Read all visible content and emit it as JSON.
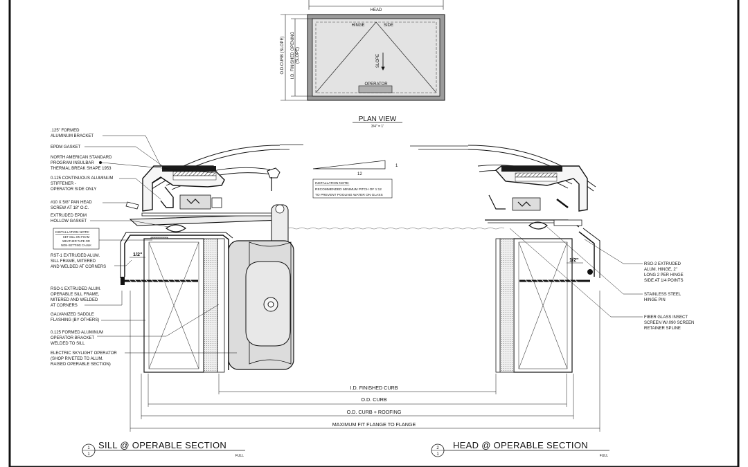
{
  "plan": {
    "head": "HEAD",
    "hinge": "HINGE",
    "side": "SIDE",
    "slope": "SLOPE",
    "operator": "OPERATOR",
    "od_curb_slope": "O.D.CURB (SLOPE)",
    "id_opening_1": "I.D. FINISHED OPENING",
    "id_opening_2": "(SLOPE)",
    "title": "PLAN VIEW",
    "scale": "3/4\" = 1'"
  },
  "pitch": {
    "rise": "1",
    "run": "12",
    "note_title": "INSTALLATION NOTE:",
    "note_line1": "RECOMMENDED MINIMUM PITCH OF 1:12",
    "note_line2": "TO PREVENT POOLING WATER ON GLASS"
  },
  "left_labels": {
    "l1a": ".125\" FORMED",
    "l1b": "ALUMINUM BRACKET",
    "l2": "EPDM GASKET",
    "l3a": "NORTH AMERICAN STANDARD",
    "l3b": "PROGRAM INSULBAR",
    "l3c": "THERMAL BREAK SHAPE 1953",
    "l4a": "0.125 CONTINUOUS ALUMINUM",
    "l4b": "STIFFENER -",
    "l4c": "OPERATOR SIDE ONLY",
    "l5a": "#10 X 5/8\" PAN HEAD",
    "l5b": "SCREW AT 18\" O.C.",
    "l6a": "EXTRUDED EPDM",
    "l6b": "HOLLOW GASKET",
    "note_title": "INSTALLATION NOTE:",
    "note1": "SET SILL ON FOAM",
    "note2": "WEATHER TAPE OR",
    "note3": "NON-SETTING CAULK",
    "l7a": "RST-1 EXTRUDED ALUM.",
    "l7b": "SILL FRAME, MITERED",
    "l7c": "AND WELDED AT CORNERS",
    "l8a": "RSO-1 EXTRUDED ALUM.",
    "l8b": "OPERABLE SILL  FRAME,",
    "l8c": "MITERED AND WELDED",
    "l8d": "AT CORNERS",
    "l9a": "GALVANIZED SADDLE",
    "l9b": "FLASHING (BY OTHERS)",
    "l10a": "0.125 FORMED ALUMINUM",
    "l10b": "OPERATOR BRACKET",
    "l10c": "WELDED TO SILL",
    "l11a": "ELECTRIC SKYLIGHT OPERATOR",
    "l11b": "(SHOP RIVETED TO ALUM.",
    "l11c": "RAISED OPERABLE SECTION)",
    "half_inch": "1/2\""
  },
  "right_labels": {
    "r1a": "RSO-2 EXTRUDED",
    "r1b": "ALUM.  HINGE, 2\"",
    "r1c": "LONG 2 PER HINGE",
    "r1d": "SIDE AT 1/4 POINTS",
    "r2a": "STAINLESS STEEL",
    "r2b": "HINGE PIN",
    "r3a": "FIBER GLASS INSECT",
    "r3b": "SCREEN W/.090 SCREEN",
    "r3c": "RETAINER SPLINE",
    "half_inch": "1/2\""
  },
  "dimensions": {
    "d1": "I.D. FINISHED CURB",
    "d2": "O.D. CURB",
    "d3": "O.D. CURB + ROOFING",
    "d4": "MAXIMUM FIT FLANGE TO FLANGE"
  },
  "titles": {
    "t1_num": "1",
    "t1_sheet": "1",
    "t1_name": "SILL @ OPERABLE SECTION",
    "t1_scale": "FULL",
    "t2_num": "2",
    "t2_sheet": "1",
    "t2_name": "HEAD @ OPERABLE SECTION",
    "t2_scale": "FULL"
  }
}
